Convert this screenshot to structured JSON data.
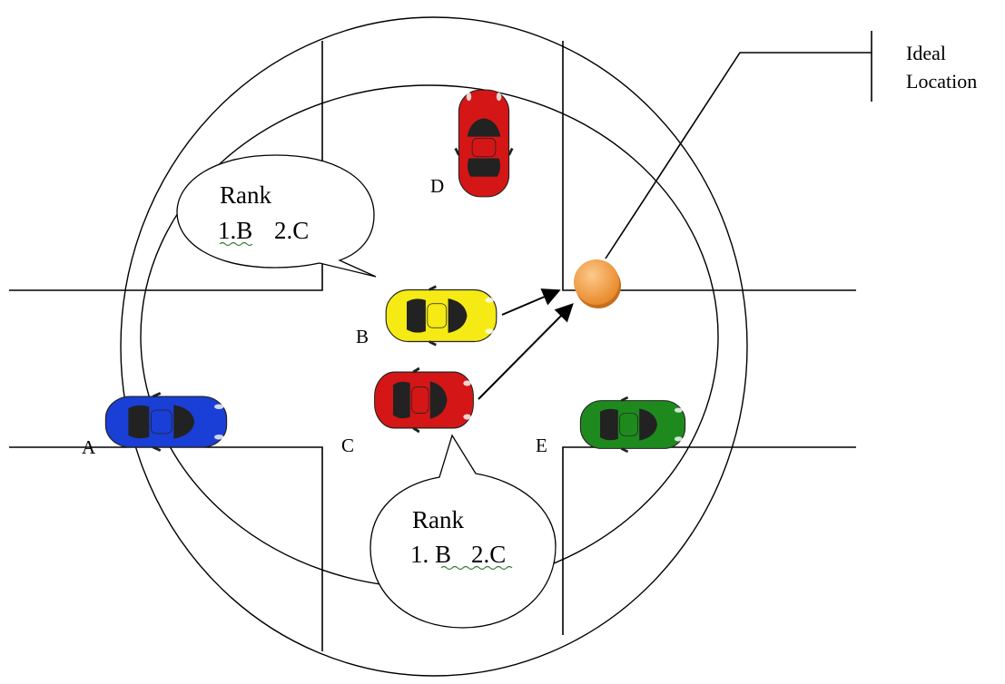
{
  "callout_ideal": {
    "line1": "Ideal",
    "line2": "Location"
  },
  "bubble_top": {
    "title": "Rank",
    "rank_1": "1.B",
    "rank_2": "2.C"
  },
  "bubble_bottom": {
    "title": "Rank",
    "rank_1": "1. B",
    "rank_2": "2.C"
  },
  "cars": [
    {
      "label": "A",
      "color": "#1a3fd6",
      "icon": "car-icon"
    },
    {
      "label": "B",
      "color": "#f5ea14",
      "icon": "car-icon"
    },
    {
      "label": "C",
      "color": "#d41616",
      "icon": "car-icon"
    },
    {
      "label": "D",
      "color": "#d41616",
      "icon": "car-icon"
    },
    {
      "label": "E",
      "color": "#1e8a1e",
      "icon": "car-icon"
    }
  ],
  "ideal_location_marker": {
    "color": "#f39a3c",
    "icon": "ideal-location-dot"
  }
}
